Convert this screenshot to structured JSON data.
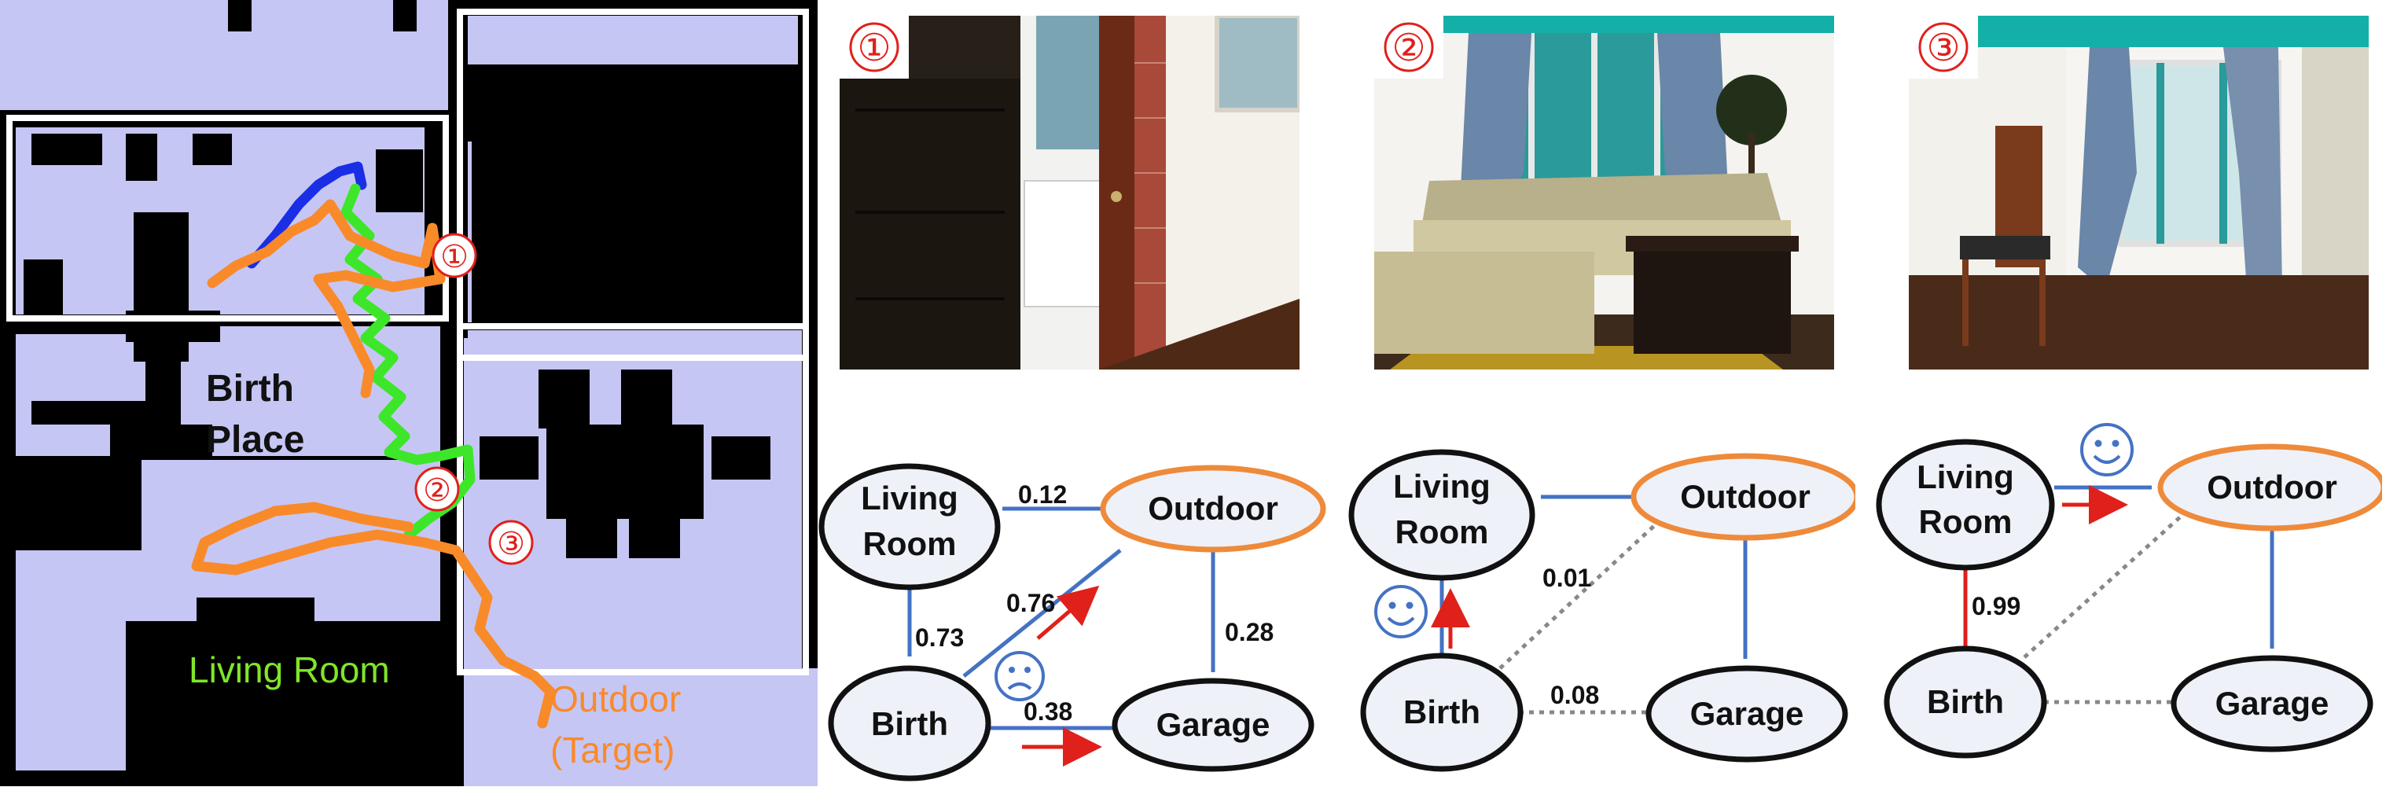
{
  "map": {
    "birth_label_line1": "Birth",
    "birth_label_line2": "Place",
    "living_room_label": "Living Room",
    "outdoor_label": "Outdoor",
    "target_label": "(Target)",
    "markers": [
      "①",
      "②",
      "③"
    ]
  },
  "views": [
    {
      "badge": "①"
    },
    {
      "badge": "②"
    },
    {
      "badge": "③"
    }
  ],
  "graphs": [
    {
      "nodes": {
        "living_room_1": "Living",
        "living_room_2": "Room",
        "outdoor": "Outdoor",
        "birth": "Birth",
        "garage": "Garage"
      },
      "edges": {
        "living_outdoor": "0.12",
        "birth_outdoor": "0.76",
        "living_birth": "0.73",
        "outdoor_garage": "0.28",
        "birth_garage": "0.38"
      }
    },
    {
      "nodes": {
        "living_room_1": "Living",
        "living_room_2": "Room",
        "outdoor": "Outdoor",
        "birth": "Birth",
        "garage": "Garage"
      },
      "edges": {
        "birth_outdoor": "0.01",
        "birth_garage": "0.08"
      }
    },
    {
      "nodes": {
        "living_room_1": "Living",
        "living_room_2": "Room",
        "outdoor": "Outdoor",
        "birth": "Birth",
        "garage": "Garage"
      },
      "edges": {
        "living_birth": "0.99"
      }
    }
  ],
  "colors": {
    "floor": "#c6c6f4",
    "path_blue": "#1a2ee6",
    "path_green": "#3ee62a",
    "path_orange": "#f98a2a",
    "marker_red": "#e0201a",
    "edge_blue": "#4472c4",
    "edge_red": "#e0201a",
    "node_fill": "#eef1f8",
    "outdoor_border": "#ee8a3a",
    "living_room_text": "#7fe62a",
    "outdoor_text": "#f98a2a"
  }
}
